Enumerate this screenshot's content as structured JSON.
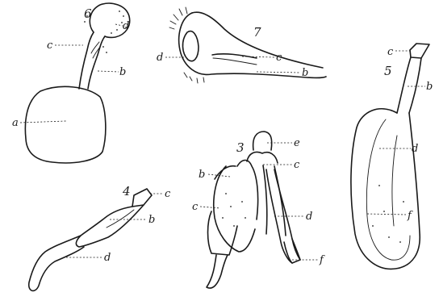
{
  "figures": [
    {
      "number": "6",
      "labels": [
        "d",
        "c",
        "b",
        "a"
      ]
    },
    {
      "number": "7",
      "labels": [
        "d",
        "c",
        "b"
      ]
    },
    {
      "number": "5",
      "labels": [
        "c",
        "b",
        "d",
        "f"
      ]
    },
    {
      "number": "3",
      "labels": [
        "e",
        "c",
        "b",
        "c",
        "d",
        "f"
      ]
    },
    {
      "number": "4",
      "labels": [
        "c",
        "b",
        "d"
      ]
    }
  ]
}
